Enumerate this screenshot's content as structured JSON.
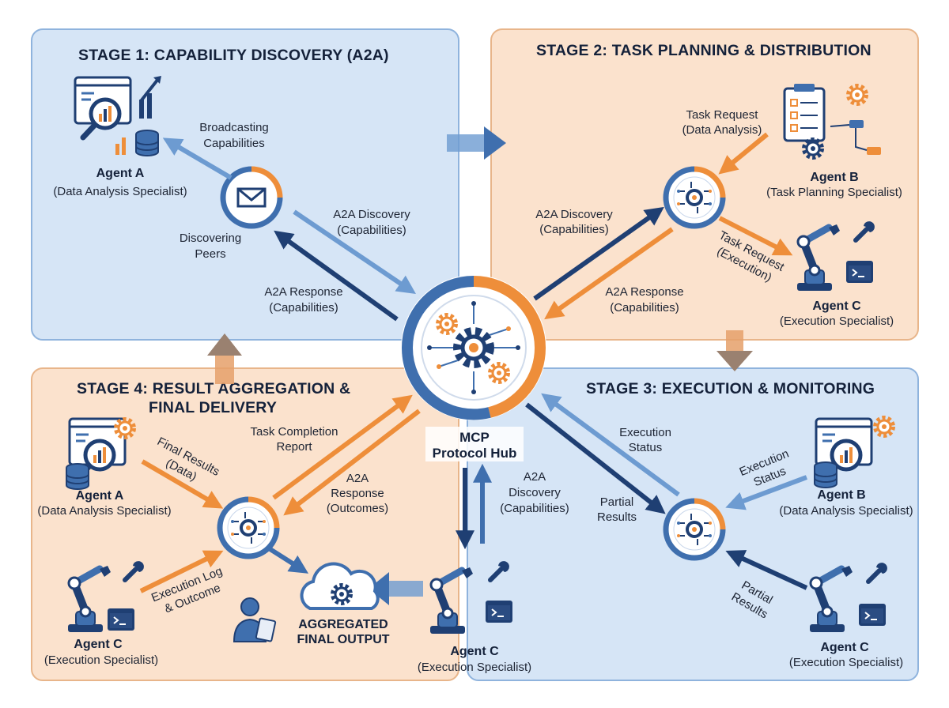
{
  "stages": {
    "s1": {
      "title": "STAGE 1: CAPABILITY DISCOVERY (A2A)"
    },
    "s2": {
      "title": "STAGE 2: TASK PLANNING & DISTRIBUTION"
    },
    "s3": {
      "title": "STAGE 3: EXECUTION & MONITORING"
    },
    "s4": {
      "title_1": "STAGE 4: RESULT AGGREGATION &",
      "title_2": "FINAL DELIVERY"
    }
  },
  "hub": {
    "line1": "MCP",
    "line2": "Protocol Hub"
  },
  "agents": {
    "s1_a": {
      "name": "Agent A",
      "role": "(Data Analysis Specialist)"
    },
    "s2_b": {
      "name": "Agent B",
      "role": "(Task Planning Specialist)"
    },
    "s2_c": {
      "name": "Agent C",
      "role": "(Execution Specialist)"
    },
    "s3_b": {
      "name": "Agent B",
      "role": "(Data Analysis Specialist)"
    },
    "s3_c": {
      "name": "Agent C",
      "role": "(Execution Specialist)"
    },
    "s4_a": {
      "name": "Agent A",
      "role": "(Data Analysis Specialist)"
    },
    "s4_c": {
      "name": "Agent C",
      "role": "(Execution Specialist)"
    },
    "bottom_c": {
      "name": "Agent C",
      "role": "(Execution Specialist)"
    }
  },
  "labels": {
    "s1_broadcast_1": "Broadcasting",
    "s1_broadcast_2": "Capabilities",
    "s1_discovering_1": "Discovering",
    "s1_discovering_2": "Peers",
    "s1_disc_1": "A2A Discovery",
    "s1_disc_2": "(Capabilities)",
    "s1_resp_1": "A2A Response",
    "s1_resp_2": "(Capabilities)",
    "s2_taskreq_1": "Task Request",
    "s2_taskreq_2": "(Data Analysis)",
    "s2_disc_1": "A2A Discovery",
    "s2_disc_2": "(Capabilities)",
    "s2_resp_1": "A2A Response",
    "s2_resp_2": "(Capabilities)",
    "s2_taskexec_1": "Task Request",
    "s2_taskexec_2": "(Execution)",
    "s3_status_1": "Execution",
    "s3_status_2": "Status",
    "s3_partial_1": "Partial",
    "s3_partial_2": "Results",
    "s3_exstatus_1": "Execution",
    "s3_exstatus_2": "Status",
    "s3_partial_b_1": "Partial",
    "s3_partial_b_2": "Results",
    "s4_completion_1": "Task Completion",
    "s4_completion_2": "Report",
    "s4_final_1": "Final Results",
    "s4_final_2": "(Data)",
    "s4_resp_1": "A2A",
    "s4_resp_2": "Response",
    "s4_resp_3": "(Outcomes)",
    "s4_log_1": "Execution Log",
    "s4_log_2": "& Outcome",
    "bottom_disc_1": "A2A",
    "bottom_disc_2": "Discovery",
    "bottom_disc_3": "(Capabilities)",
    "output_1": "AGGREGATED",
    "output_2": "FINAL OUTPUT"
  },
  "colors": {
    "navy": "#1f3f73",
    "blue_arrow": "#3f6fae",
    "light_blue_arrow": "#6d9bd1",
    "orange": "#ee8e3a",
    "panel_blue": "#d6e5f6",
    "panel_orange": "#fbe2cd"
  },
  "icons": [
    "analytics-icon",
    "envelope-icon",
    "clipboard-icon",
    "gear-icon",
    "robot-arm-icon",
    "terminal-icon",
    "database-icon",
    "cloud-icon",
    "person-icon",
    "circuit-node-icon",
    "mcp-hub-icon"
  ]
}
